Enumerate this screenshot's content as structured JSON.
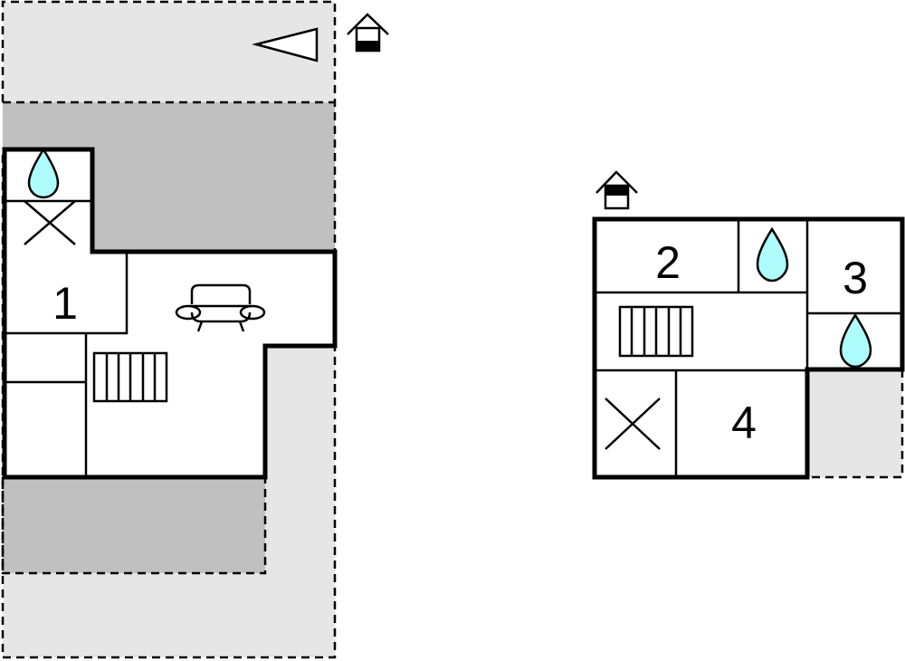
{
  "floor_plan": {
    "left_building": {
      "room_labels": [
        "1"
      ]
    },
    "right_building": {
      "room_labels": [
        "2",
        "3",
        "4"
      ]
    }
  },
  "colors": {
    "terrace_light": "#e6e6e6",
    "terrace_dark": "#c0c0c0",
    "water": "#aefcfc"
  }
}
